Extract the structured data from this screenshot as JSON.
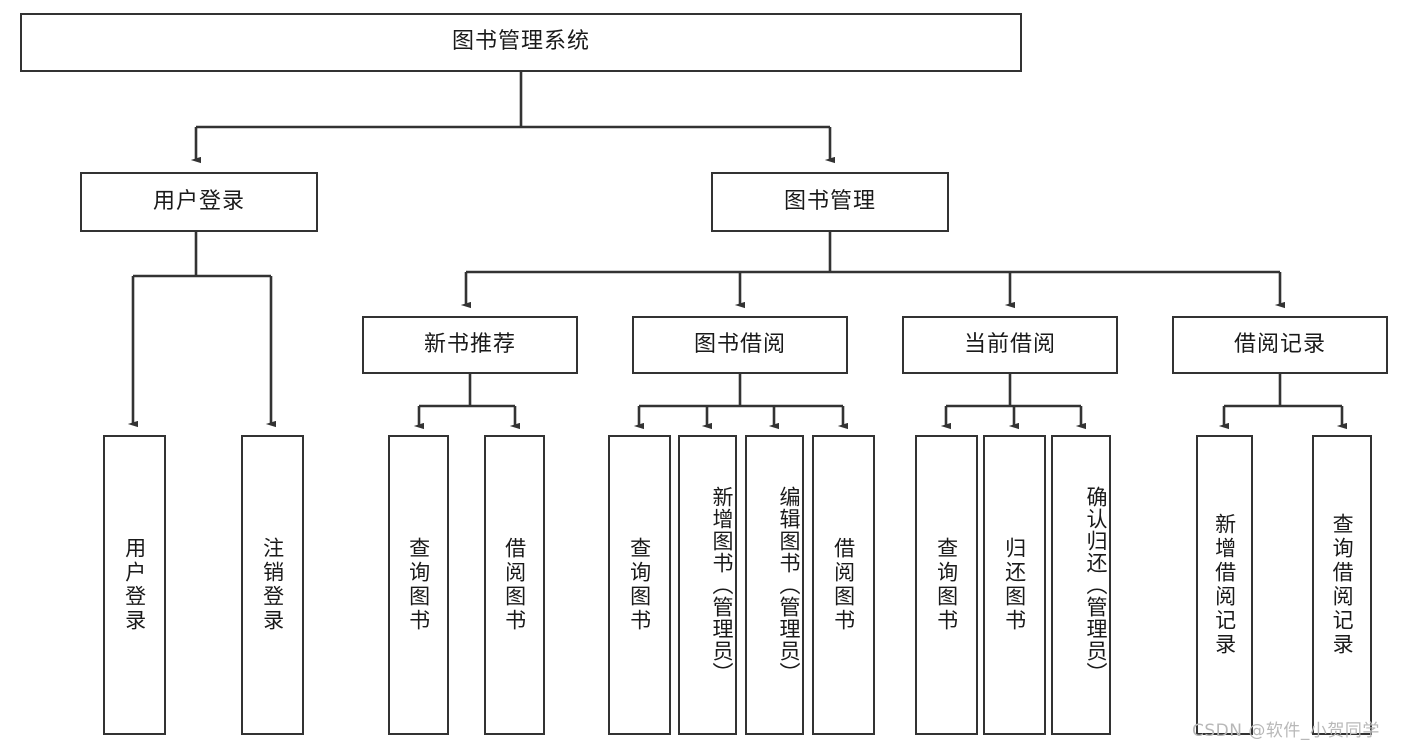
{
  "diagram": {
    "title": "图书管理系统",
    "watermark": "CSDN @软件_小贺同学",
    "colors": {
      "stroke": "#333333",
      "fill": "#ffffff",
      "text": "#1a1a1a",
      "watermark": "#b8b8b8"
    },
    "nodes": {
      "root": "图书管理系统",
      "level1": [
        "用户登录",
        "图书管理"
      ],
      "level2": [
        "新书推荐",
        "图书借阅",
        "当前借阅",
        "借阅记录"
      ],
      "leaves": {
        "user_login": [
          "用户登录",
          "注销登录"
        ],
        "new_book": [
          "查询图书",
          "借阅图书"
        ],
        "book_borrow": [
          "查询图书",
          "新增图书（管理员）",
          "编辑图书（管理员）",
          "借阅图书"
        ],
        "current_borrow": [
          "查询图书",
          "归还图书",
          "确认归还（管理员）"
        ],
        "borrow_record": [
          "新增借阅记录",
          "查询借阅记录"
        ]
      }
    }
  }
}
